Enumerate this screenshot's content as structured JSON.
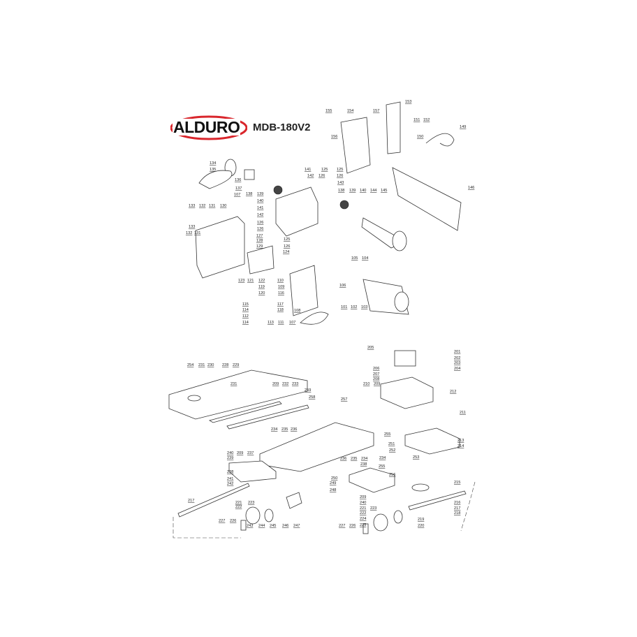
{
  "logo": {
    "brand": "ALDURO",
    "brand_color": "#111111",
    "swoosh_color": "#d9262c"
  },
  "model": "MDB-180V2",
  "callouts": [
    "155",
    "154",
    "157",
    "156",
    "153",
    "151",
    "152",
    "149",
    "150",
    "146",
    "134",
    "135",
    "136",
    "137",
    "107",
    "138",
    "139",
    "140",
    "141",
    "142",
    "125",
    "126",
    "125",
    "126",
    "143",
    "138",
    "139",
    "140",
    "144",
    "145",
    "133",
    "132",
    "131",
    "130",
    "141",
    "142",
    "126",
    "126",
    "125",
    "126",
    "127",
    "128",
    "129",
    "124",
    "133",
    "132",
    "131",
    "105",
    "104",
    "106",
    "110",
    "109",
    "123",
    "121",
    "122",
    "119",
    "120",
    "116",
    "115",
    "117",
    "118",
    "114",
    "112",
    "114",
    "113",
    "111",
    "108",
    "107",
    "101",
    "102",
    "103",
    "205",
    "201",
    "202",
    "203",
    "204",
    "206",
    "207",
    "208",
    "210",
    "209",
    "212",
    "257",
    "211",
    "255",
    "213",
    "214",
    "254",
    "231",
    "230",
    "228",
    "229",
    "231",
    "209",
    "232",
    "233",
    "259",
    "258",
    "234",
    "235",
    "236",
    "251",
    "252",
    "234",
    "253",
    "240",
    "209",
    "239",
    "237",
    "236",
    "235",
    "234",
    "238",
    "238",
    "255",
    "256",
    "250",
    "241",
    "242",
    "249",
    "248",
    "215",
    "216",
    "217",
    "218",
    "209",
    "240",
    "217",
    "221",
    "222",
    "223",
    "221",
    "222",
    "223",
    "224",
    "219",
    "220",
    "225",
    "227",
    "226",
    "243",
    "244",
    "245",
    "246",
    "247",
    "227",
    "226"
  ]
}
